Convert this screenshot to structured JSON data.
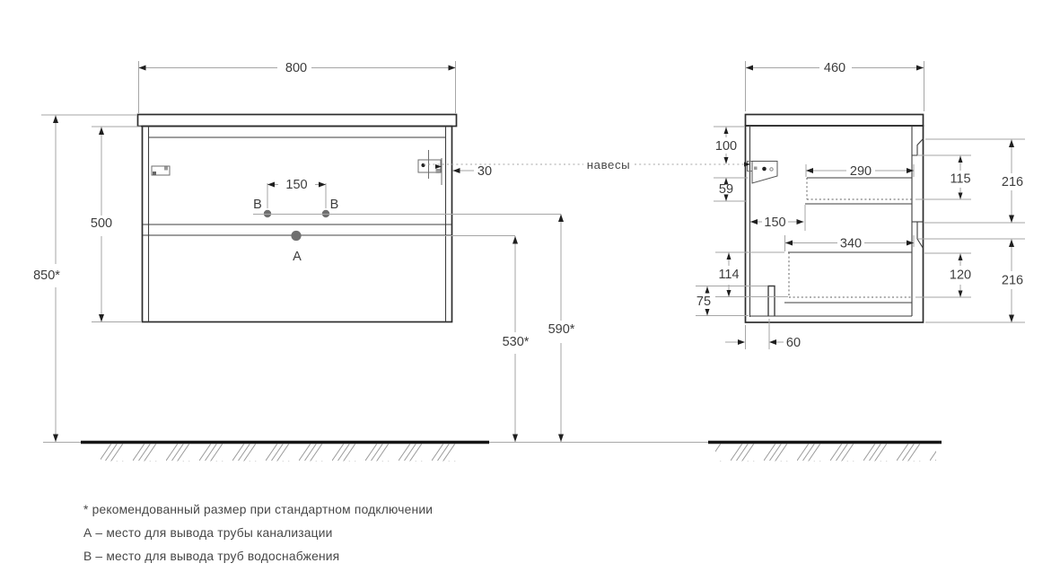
{
  "front_view": {
    "dim_width": "800",
    "dim_overall_height": "850*",
    "dim_body_height": "500",
    "dim_outlet_spacing": "150",
    "dim_hanger_inset": "30",
    "dim_drain_height": "530*",
    "dim_water_height": "590*",
    "label_point_b_left": "B",
    "label_point_b_right": "B",
    "label_point_a": "A"
  },
  "side_view": {
    "dim_depth": "460",
    "dim_top_offset": "100",
    "dim_hanger_height": "59",
    "dim_back_offset": "150",
    "dim_top_drawer_depth": "290",
    "dim_top_drawer_height": "115",
    "dim_top_front_height": "216",
    "dim_bottom_drawer_depth": "340",
    "dim_bottom_drawer_height": "120",
    "dim_bottom_front_height": "216",
    "dim_bottom_clearance": "114",
    "dim_plinth_height": "75",
    "dim_notch_offset": "60"
  },
  "callouts": {
    "hangers": "навесы"
  },
  "legend": {
    "note_asterisk": "* рекомендованный размер при стандартном подключении",
    "note_a": "А – место для вывода трубы канализации",
    "note_b": "В – место для вывода труб водоснабжения"
  },
  "colors": {
    "background": "#ffffff",
    "line_dark": "#2d2d2d",
    "line_dim": "#a6a6a6",
    "text": "#3d3d3d",
    "point_fill": "#6f6f6f"
  }
}
